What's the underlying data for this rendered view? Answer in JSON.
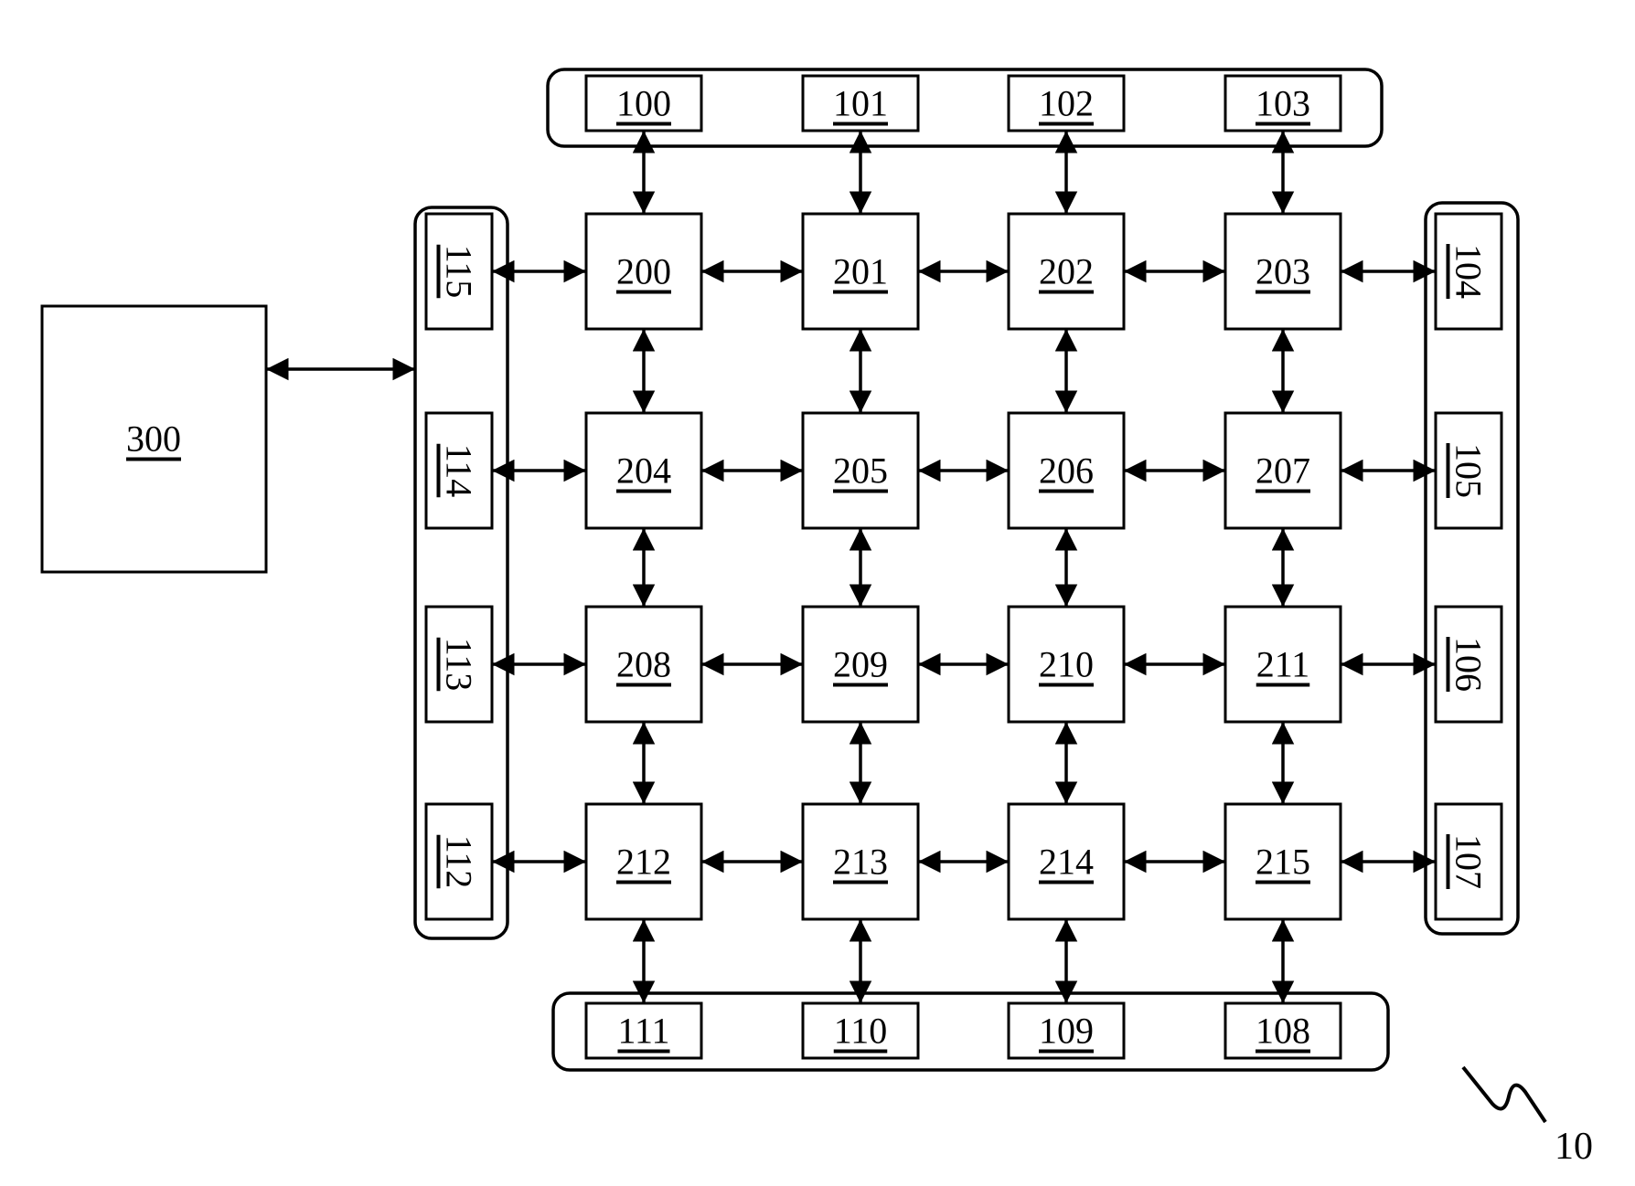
{
  "figure": {
    "reference_numeral": "10",
    "controller": {
      "id": "c300",
      "label": "300"
    },
    "top_io": [
      "100",
      "101",
      "102",
      "103"
    ],
    "right_io": [
      "104",
      "105",
      "106",
      "107"
    ],
    "bottom_io": [
      "111",
      "110",
      "109",
      "108"
    ],
    "left_io": [
      "115",
      "114",
      "113",
      "112"
    ],
    "grid": [
      [
        "200",
        "201",
        "202",
        "203"
      ],
      [
        "204",
        "205",
        "206",
        "207"
      ],
      [
        "208",
        "209",
        "210",
        "211"
      ],
      [
        "212",
        "213",
        "214",
        "215"
      ]
    ],
    "connections": {
      "type": "bidirectional",
      "description": "Each grid node is linked to its horizontal and vertical neighbours; edge nodes connect to their adjacent I/O units; controller 300 connects to the left I/O group."
    }
  }
}
